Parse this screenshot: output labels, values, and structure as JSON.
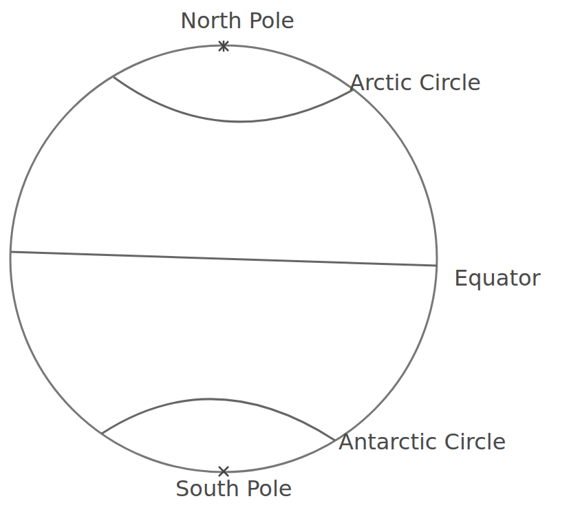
{
  "diagram": {
    "labels": [
      "North Pole",
      "Arctic Circle",
      "Equator",
      "Antarctic Circle",
      "South Pole"
    ]
  }
}
